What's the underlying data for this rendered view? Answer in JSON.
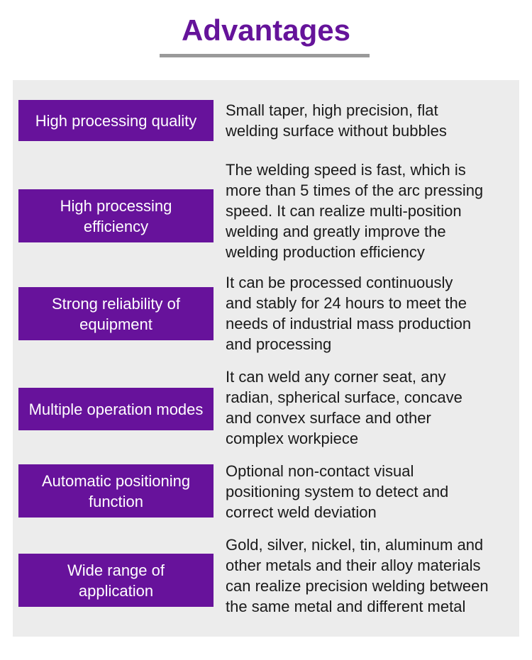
{
  "title": "Advantages",
  "items": [
    {
      "label": "High processing quality",
      "description": "Small taper, high precision, flat\nwelding surface without bubbles"
    },
    {
      "label": "High processing\nefficiency",
      "description": "The welding speed is fast, which is\nmore than 5 times of the arc pressing\nspeed. It can realize multi-position\nwelding and greatly improve the\nwelding production efficiency"
    },
    {
      "label": "Strong reliability of\nequipment",
      "description": "It can be processed continuously\nand stably for 24 hours to meet the\nneeds of industrial mass production\nand processing"
    },
    {
      "label": "Multiple operation modes",
      "description": "It can weld any corner seat, any\nradian, spherical surface, concave\nand convex surface and other\ncomplex workpiece"
    },
    {
      "label": "Automatic positioning\nfunction",
      "description": "Optional non-contact visual\npositioning system to detect and\ncorrect weld deviation"
    },
    {
      "label": "Wide range of\napplication",
      "description": "Gold, silver, nickel, tin, aluminum and\nother metals and their alloy materials\ncan realize precision welding between\nthe same metal and different metal"
    }
  ],
  "colors": {
    "accent": "#67129b",
    "title": "#65139a",
    "panel": "#ececec",
    "underline": "#9a9a9a"
  }
}
